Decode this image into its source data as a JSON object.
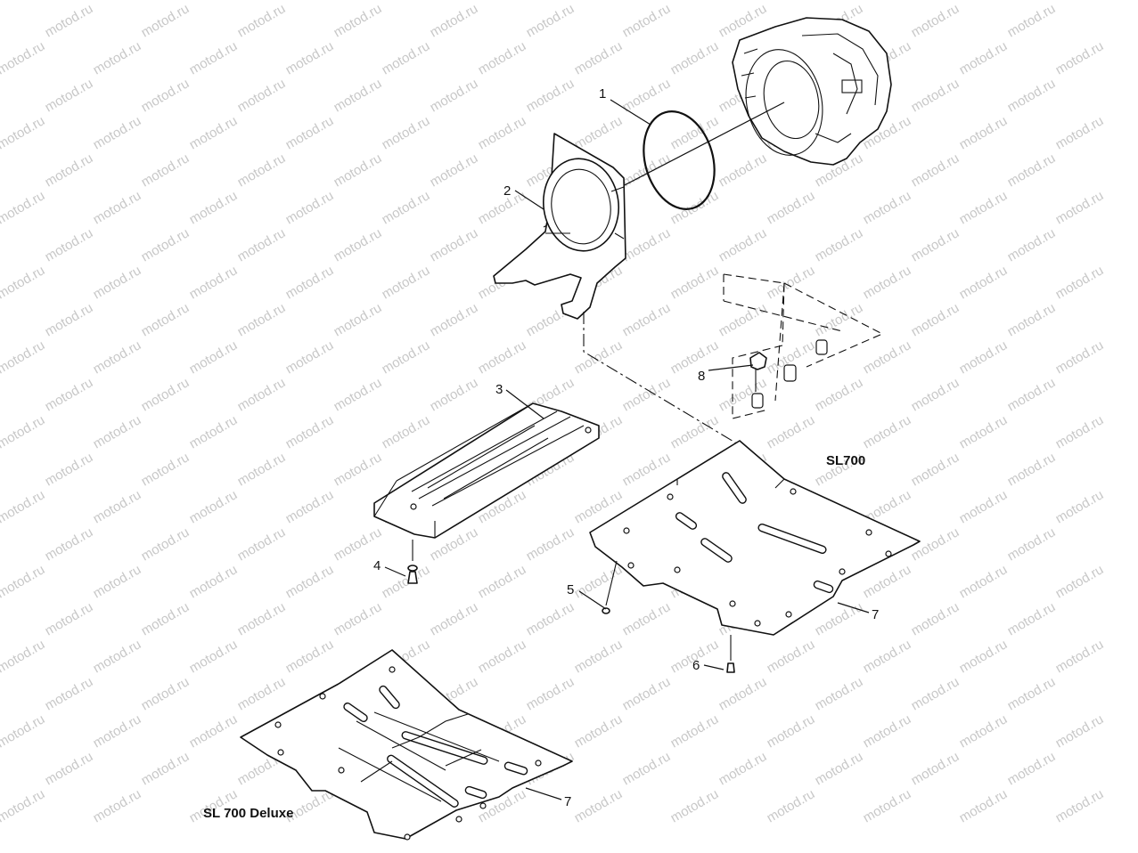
{
  "watermark": "motod.ru",
  "callouts": {
    "c1": "1",
    "c2": "2",
    "c3": "3",
    "c4": "4",
    "c5": "5",
    "c6": "6",
    "c7a": "7",
    "c7b": "7",
    "c8": "8"
  },
  "models": {
    "upper": "SL700",
    "lower": "SL 700 Deluxe"
  }
}
